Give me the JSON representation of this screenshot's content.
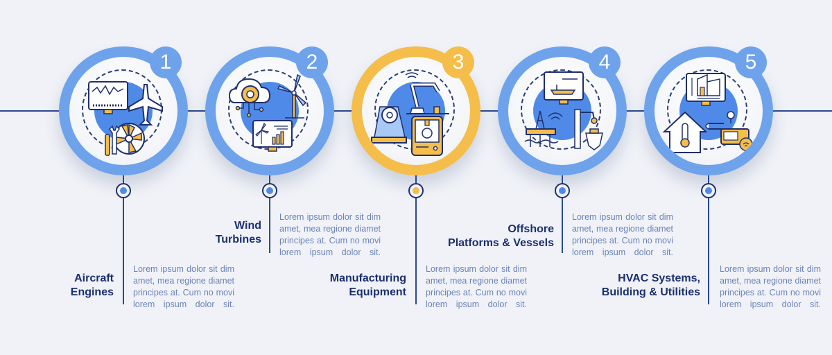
{
  "colors": {
    "background": "#f0f2f7",
    "primary_blue": "#6ea3ec",
    "accent_gold": "#f5bd4a",
    "dark_navy": "#1b2f6e",
    "text_muted": "#6b83b8"
  },
  "steps": [
    {
      "number": "1",
      "title_line1": "Aircraft",
      "title_line2": "Engines",
      "desc": "Lorem ipsum dolor sit dim amet, mea regione diamet principes at. Cum no movi lorem ipsum dolor sit.",
      "icon": "aircraft-engine-monitoring-icon",
      "highlight": false
    },
    {
      "number": "2",
      "title_line1": "Wind",
      "title_line2": "Turbines",
      "desc": "Lorem ipsum dolor sit dim amet, mea regione diamet principes at. Cum no movi lorem ipsum dolor sit.",
      "icon": "wind-turbine-cloud-icon",
      "highlight": false
    },
    {
      "number": "3",
      "title_line1": "Manufacturing",
      "title_line2": "Equipment",
      "desc": "Lorem ipsum dolor sit dim amet, mea regione diamet principes at. Cum no movi lorem ipsum dolor sit.",
      "icon": "robot-arm-3d-printer-icon",
      "highlight": true
    },
    {
      "number": "4",
      "title_line1": "Offshore",
      "title_line2": "Platforms & Vessels",
      "desc": "Lorem ipsum dolor sit dim amet, mea regione diamet principes at. Cum no movi lorem ipsum dolor sit.",
      "icon": "offshore-platform-vessel-icon",
      "highlight": false
    },
    {
      "number": "5",
      "title_line1": "HVAC Systems,",
      "title_line2": "Building & Utilities",
      "desc": "Lorem ipsum dolor sit dim amet, mea regione diamet principes at. Cum no movi lorem ipsum dolor sit.",
      "icon": "hvac-building-meter-icon",
      "highlight": false
    }
  ]
}
